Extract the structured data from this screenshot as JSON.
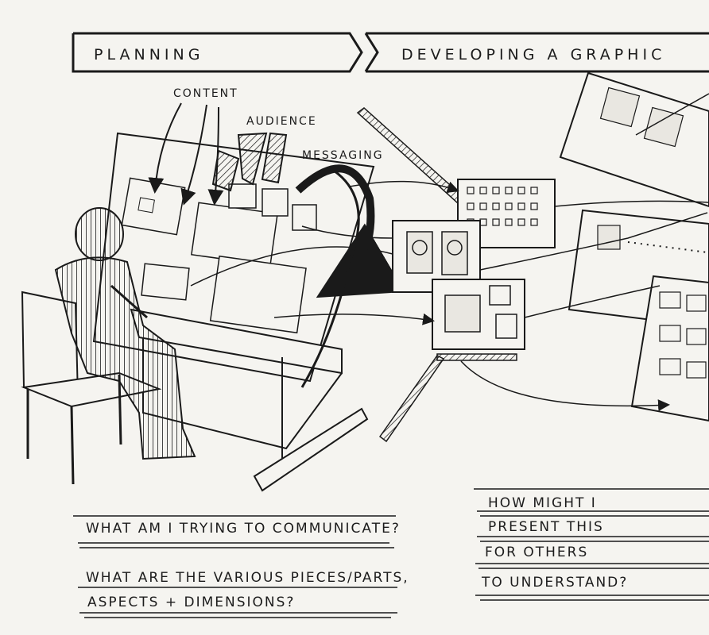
{
  "banner": {
    "planning": "Planning",
    "developing": "Developing a graphic"
  },
  "labels": {
    "content": "Content",
    "audience": "Audience",
    "messaging": "Messaging"
  },
  "questions": {
    "communicate": "What am I trying to communicate?",
    "pieces_line1": "What are the various pieces/parts,",
    "pieces_line2": "aspects + dimensions?",
    "present_line1": "How might I",
    "present_line2": "present this",
    "present_line3": "for others",
    "present_line4": "to understand?"
  },
  "colors": {
    "ink": "#1a1a1a",
    "paper": "#f5f4f0",
    "sketch_fill": "#e9e7e1"
  }
}
